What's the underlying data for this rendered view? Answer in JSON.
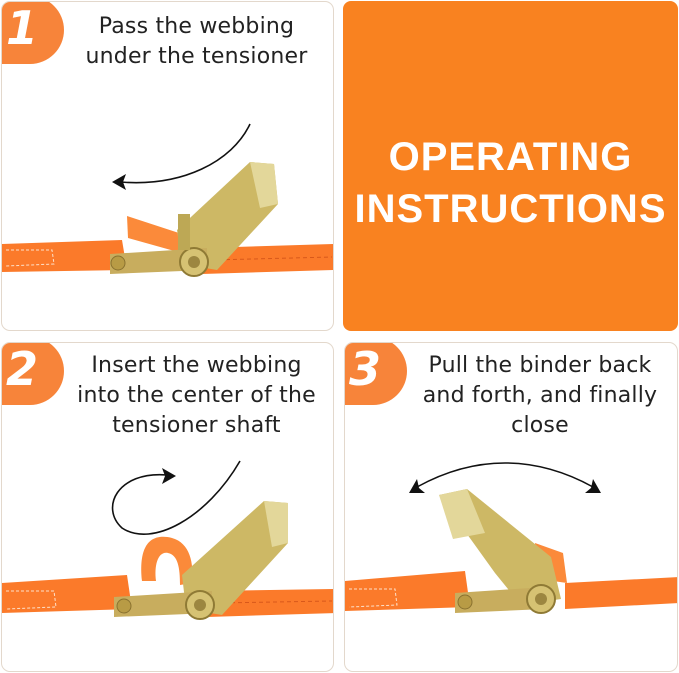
{
  "header_panel": {
    "title_lines": [
      "OPERATING",
      "INSTRUCTIONS"
    ],
    "background_color": "#f98220"
  },
  "steps": [
    {
      "number": "1",
      "text_lines": [
        "Pass the webbing",
        "under the tensioner"
      ],
      "arrow": "curved-arrow-left"
    },
    {
      "number": "2",
      "text_lines": [
        "Insert the webbing",
        "into the center of the",
        "tensioner shaft"
      ],
      "arrow": "loop-arrow-right"
    },
    {
      "number": "3",
      "text_lines": [
        "Pull the binder back",
        "and forth, and finally",
        "close"
      ],
      "arrow": "double-headed-arc-arrow"
    }
  ],
  "colors": {
    "accent_orange": "#f98220",
    "badge_orange": "#f7843a",
    "strap_orange": "#fb7a2a",
    "metal_gold": "#c9b25a",
    "text_dark": "#222222"
  }
}
